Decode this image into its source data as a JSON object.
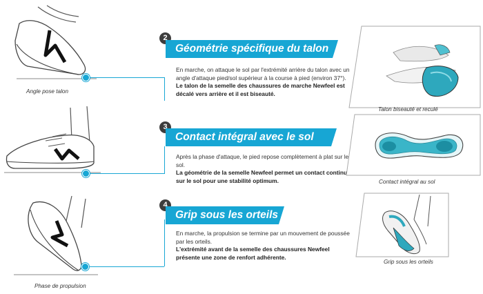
{
  "sections": [
    {
      "number": "2",
      "title": "Géométrie spécifique du talon",
      "text": "En marche, on attaque le sol par l'extrémité arrière du talon avec un angle d'attaque pied/sol supérieur à la course à pied (environ 37°).",
      "bold_text": "Le talon de la semelle des chaussures de marche Newfeel est décalé vers arrière et il est biseauté.",
      "left_caption": "Angle pose talon",
      "right_caption": "Talon biseauté et reculé"
    },
    {
      "number": "3",
      "title": "Contact intégral avec le sol",
      "text": "Après la phase d'attaque, le pied repose complètement à plat sur le sol.",
      "bold_text": "La géométrie de la semelle Newfeel permet un contact continu sur le sol pour une stabilité optimum.",
      "left_caption": "",
      "right_caption": "Contact intégral au sol"
    },
    {
      "number": "4",
      "title": "Grip sous les orteils",
      "text": "En marche, la propulsion se termine par un mouvement de poussée par les orteils.",
      "bold_text": "L'extrémité avant de la semelle des chaussures Newfeel présente une zone de renfort adhérente.",
      "left_caption": "Phase de propulsion",
      "right_caption": "Grip sous les orteils"
    }
  ],
  "colors": {
    "accent": "#17a6d4",
    "badge": "#3d3d3d",
    "text": "#333333"
  }
}
